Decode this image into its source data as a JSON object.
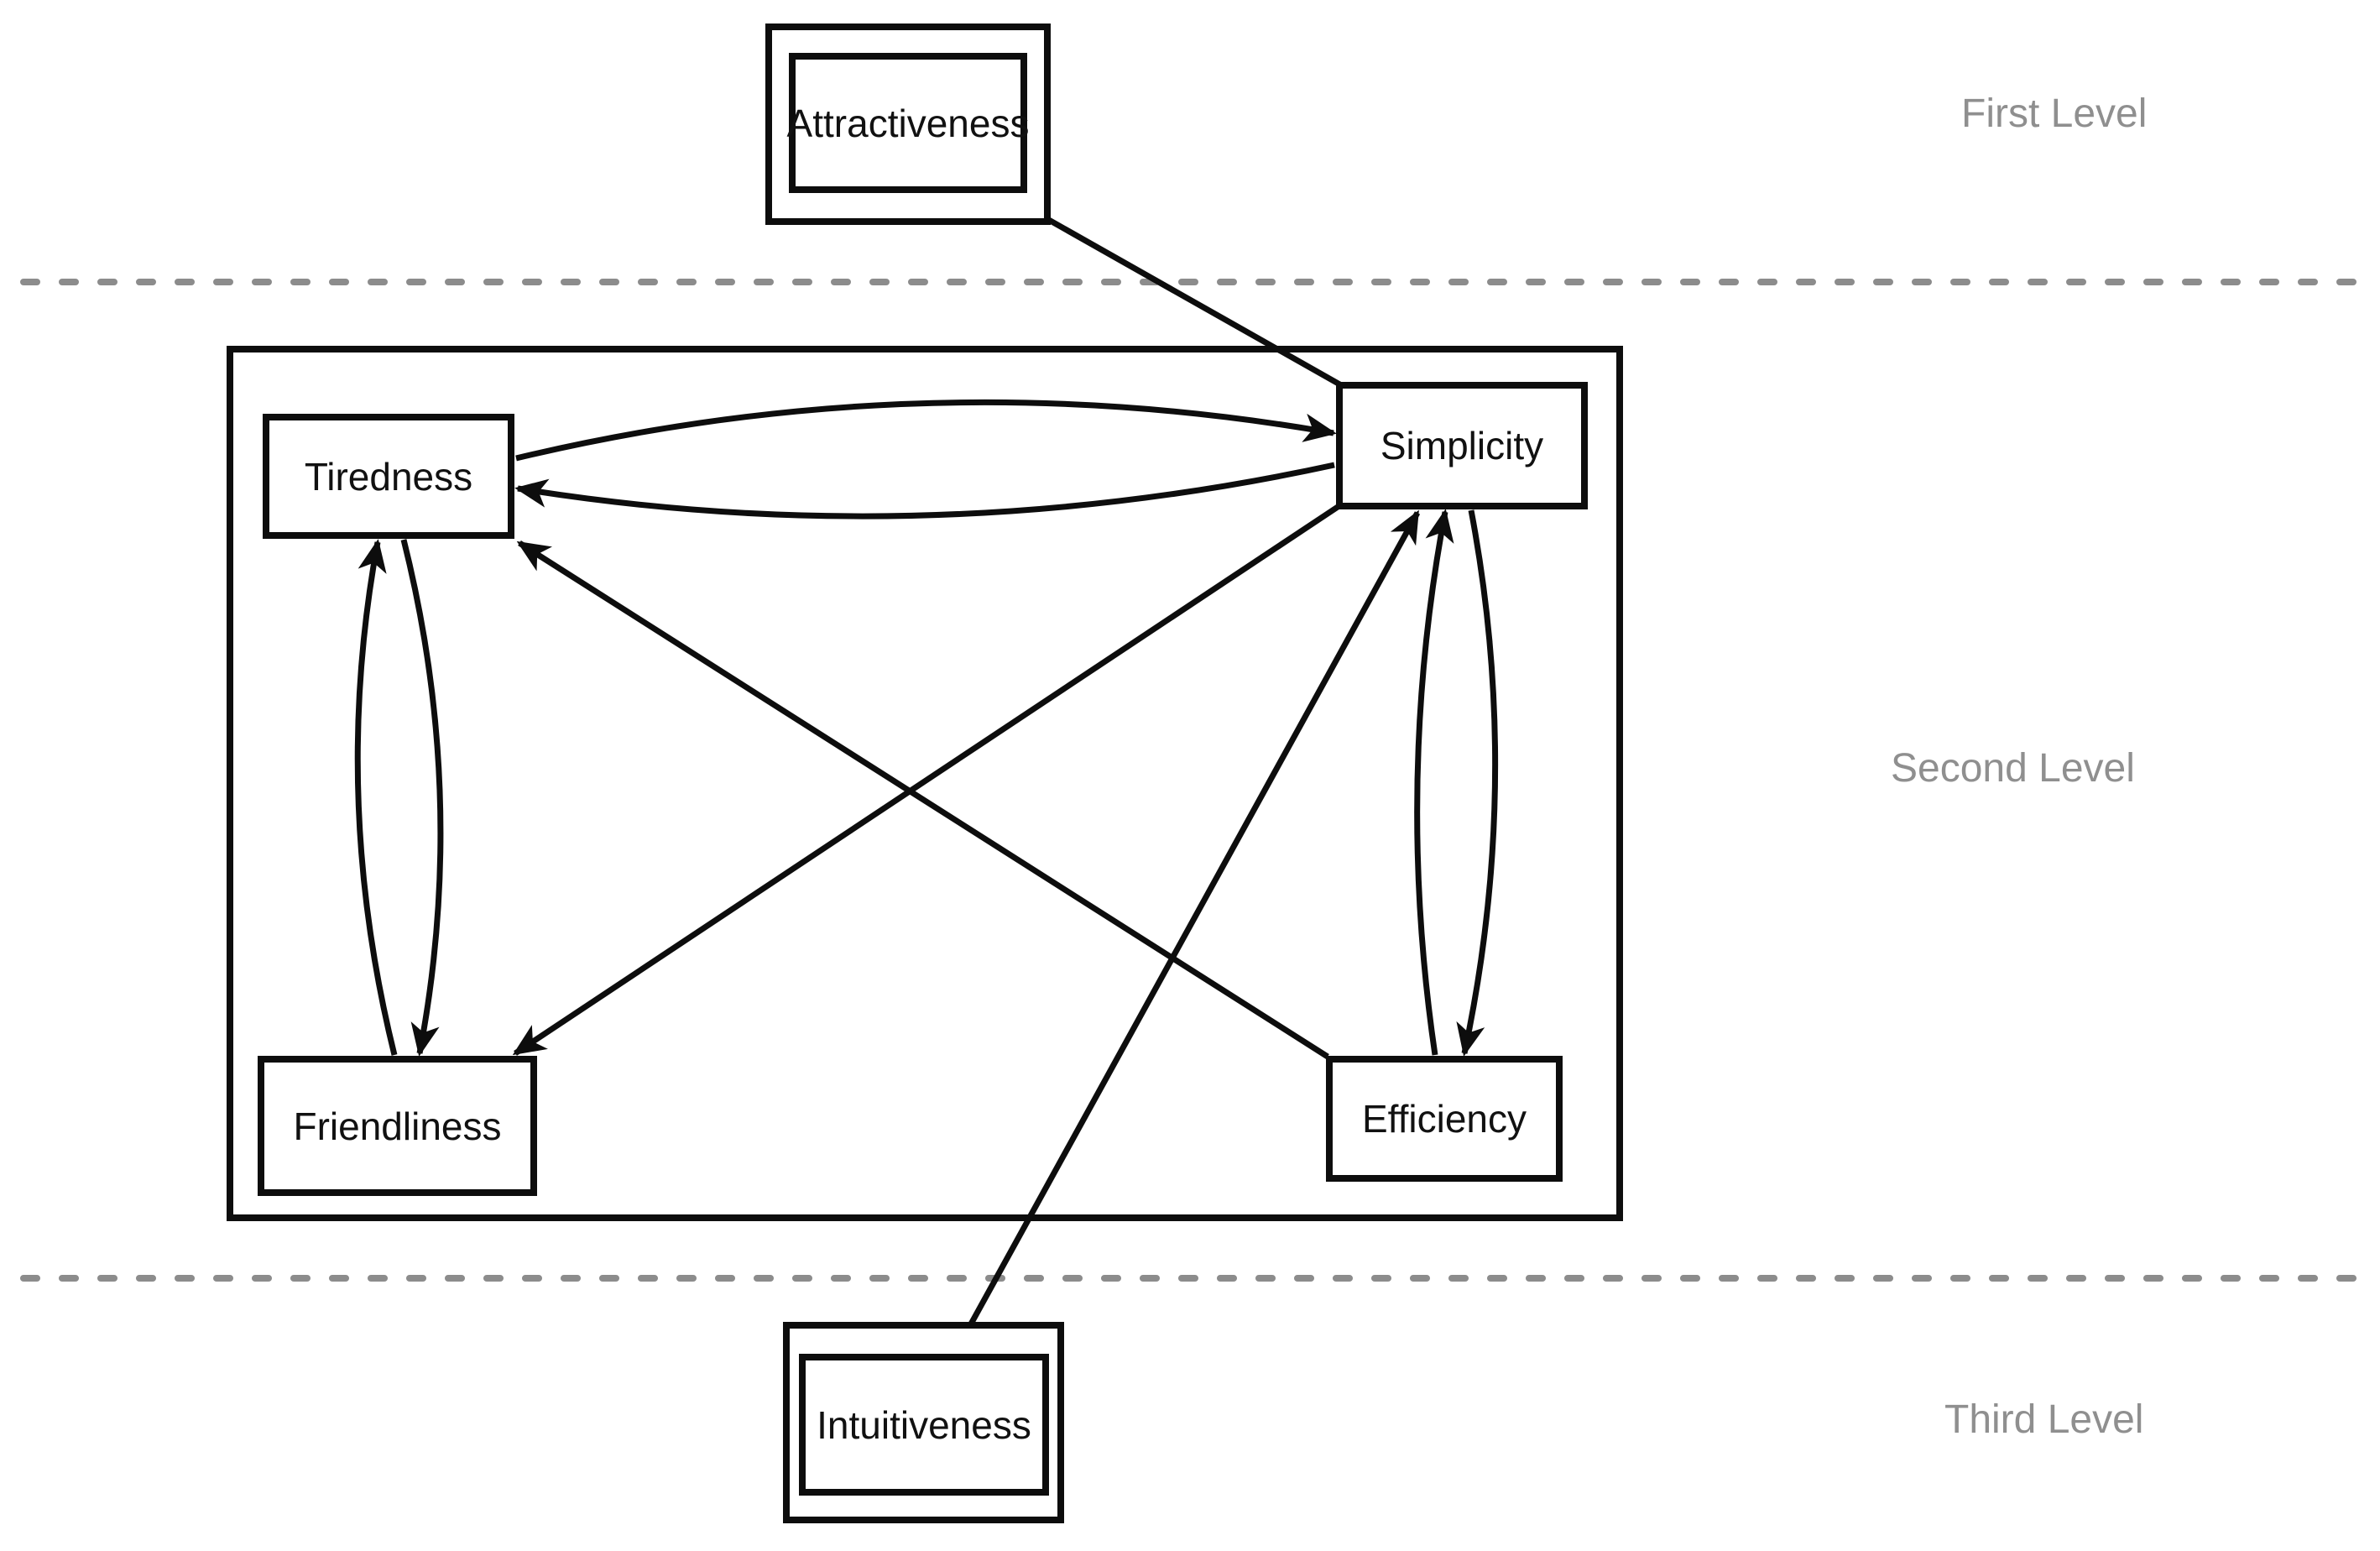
{
  "diagram": {
    "levels": [
      {
        "label": "First Level"
      },
      {
        "label": "Second Level"
      },
      {
        "label": "Third Level"
      }
    ],
    "nodes": {
      "attractiveness": {
        "label": "Attractiveness",
        "level": "First Level",
        "double_border": true
      },
      "tiredness": {
        "label": "Tiredness",
        "level": "Second Level",
        "double_border": false
      },
      "simplicity": {
        "label": "Simplicity",
        "level": "Second Level",
        "double_border": false
      },
      "friendliness": {
        "label": "Friendliness",
        "level": "Second Level",
        "double_border": false
      },
      "efficiency": {
        "label": "Efficiency",
        "level": "Second Level",
        "double_border": false
      },
      "intuitiveness": {
        "label": "Intuitiveness",
        "level": "Third Level",
        "double_border": true
      }
    },
    "edges": [
      {
        "from": "Simplicity",
        "to": "Attractiveness",
        "style": "straight"
      },
      {
        "from": "Tiredness",
        "to": "Simplicity",
        "style": "curved"
      },
      {
        "from": "Simplicity",
        "to": "Tiredness",
        "style": "curved"
      },
      {
        "from": "Friendliness",
        "to": "Tiredness",
        "style": "curved"
      },
      {
        "from": "Tiredness",
        "to": "Friendliness",
        "style": "curved"
      },
      {
        "from": "Efficiency",
        "to": "Simplicity",
        "style": "curved"
      },
      {
        "from": "Simplicity",
        "to": "Efficiency",
        "style": "curved"
      },
      {
        "from": "Simplicity",
        "to": "Friendliness",
        "style": "straight"
      },
      {
        "from": "Efficiency",
        "to": "Tiredness",
        "style": "straight"
      },
      {
        "from": "Intuitiveness",
        "to": "Simplicity",
        "style": "straight"
      }
    ],
    "colors": {
      "stroke": "#0d0d0d",
      "divider": "#8c8c8c",
      "level_label": "#8f8f8f",
      "background": "#ffffff"
    }
  }
}
